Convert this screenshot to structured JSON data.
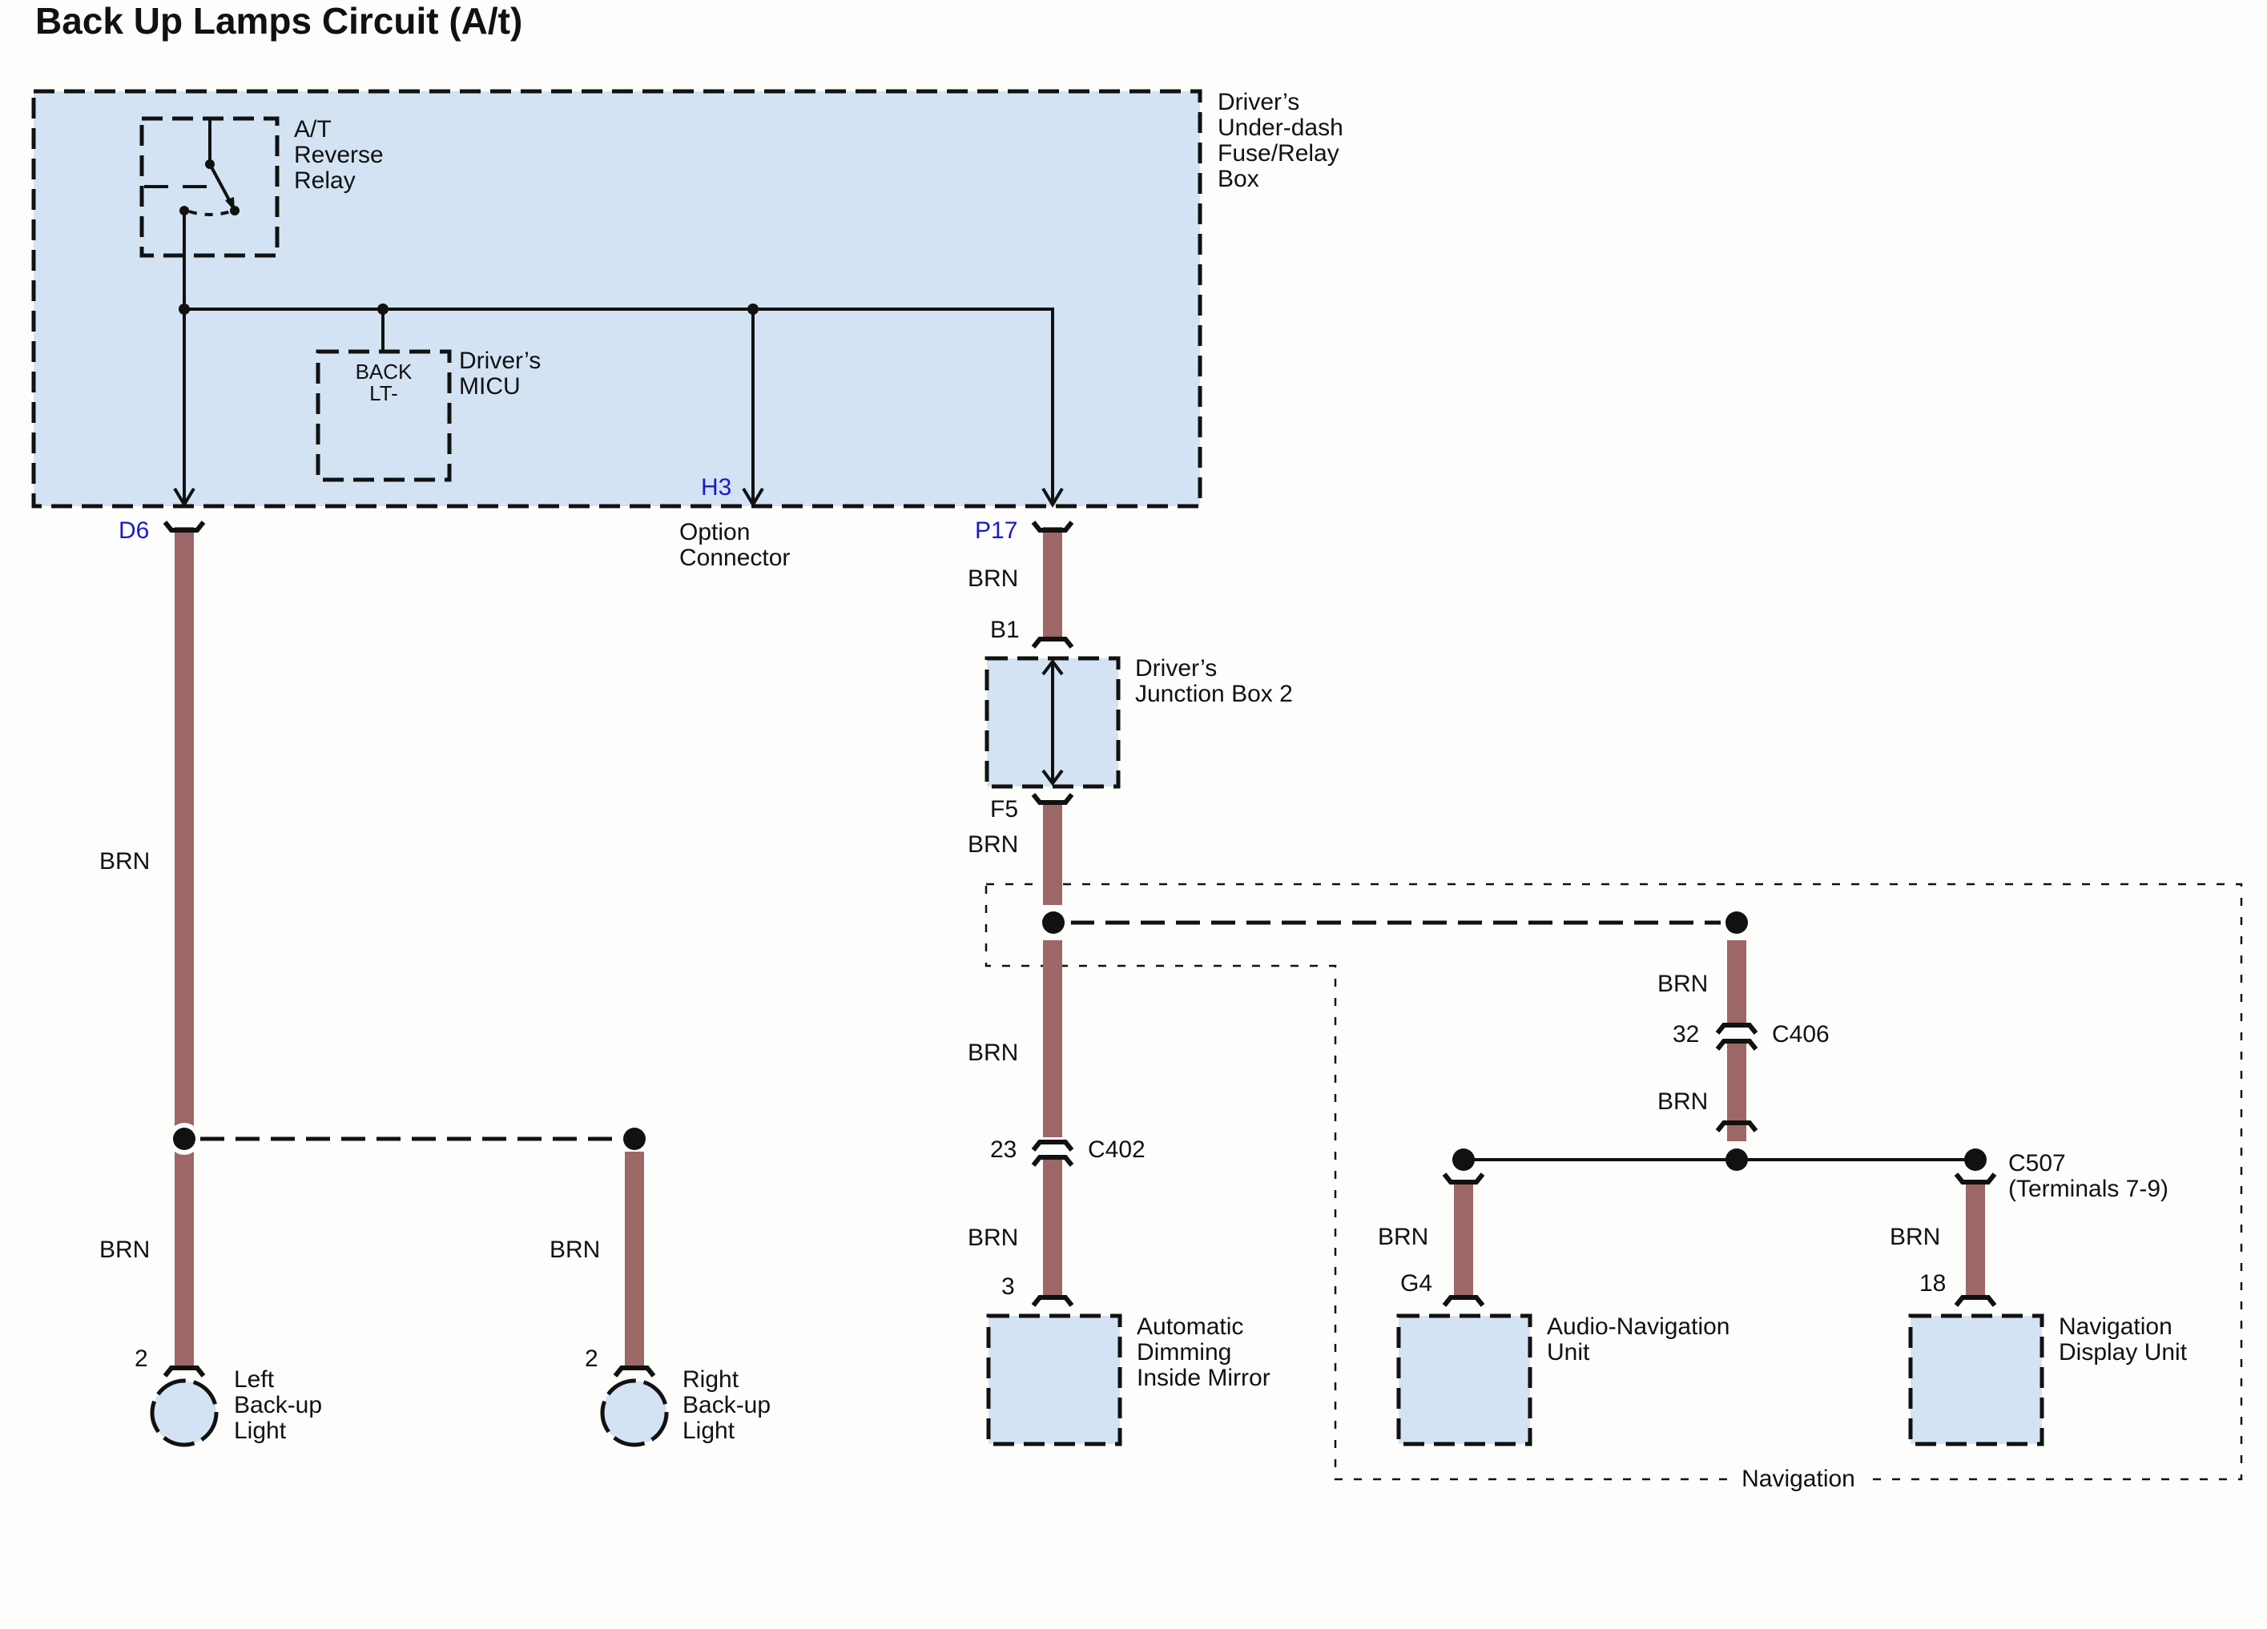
{
  "title": "Back Up Lamps Circuit  (A/t)",
  "colors": {
    "wire": "#9c6766",
    "component_fill": "#d3e3f3",
    "pin_label": "#1a1acc",
    "background": "#fdfdfb"
  },
  "components": {
    "fuse_box": {
      "label_lines": [
        "Driver’s",
        "Under-dash",
        "Fuse/Relay",
        "Box"
      ]
    },
    "relay": {
      "label_lines": [
        "A/T",
        "Reverse",
        "Relay"
      ]
    },
    "micu": {
      "label_lines": [
        "Driver’s",
        "MICU"
      ],
      "inner_lines": [
        "BACK",
        "LT-"
      ]
    },
    "option_connector": {
      "label_lines": [
        "Option",
        "Connector"
      ],
      "pin": "H3"
    },
    "junction_box": {
      "label_lines": [
        "Driver’s",
        "Junction Box 2"
      ],
      "pin_in": "B1",
      "pin_out": "F5"
    },
    "left_light": {
      "label_lines": [
        "Left",
        "Back-up",
        "Light"
      ],
      "pin": "2"
    },
    "right_light": {
      "label_lines": [
        "Right",
        "Back-up",
        "Light"
      ],
      "pin": "2"
    },
    "mirror": {
      "label_lines": [
        "Automatic",
        "Dimming",
        "Inside Mirror"
      ],
      "pin": "3"
    },
    "audio_nav": {
      "label_lines": [
        "Audio-Navigation",
        "Unit"
      ],
      "pin": "G4"
    },
    "nav_display": {
      "label_lines": [
        "Navigation",
        "Display Unit"
      ],
      "pin": "18"
    }
  },
  "pins": {
    "d6": "D6",
    "p17": "P17"
  },
  "connectors": {
    "c402": {
      "name": "C402",
      "pin": "23"
    },
    "c406": {
      "name": "C406",
      "pin": "32"
    },
    "c507": {
      "name": "C507",
      "note": "(Terminals 7-9)"
    }
  },
  "wire_labels": {
    "left_main": "BRN",
    "left_lower": "BRN",
    "right_lower": "BRN",
    "p17_b1": "BRN",
    "f5_splice": "BRN",
    "splice_c402": "BRN",
    "c402_mirror": "BRN",
    "splice_c406": "BRN",
    "c406_bus": "BRN",
    "audio_nav": "BRN",
    "nav_display": "BRN"
  },
  "option_group_label": "Navigation"
}
